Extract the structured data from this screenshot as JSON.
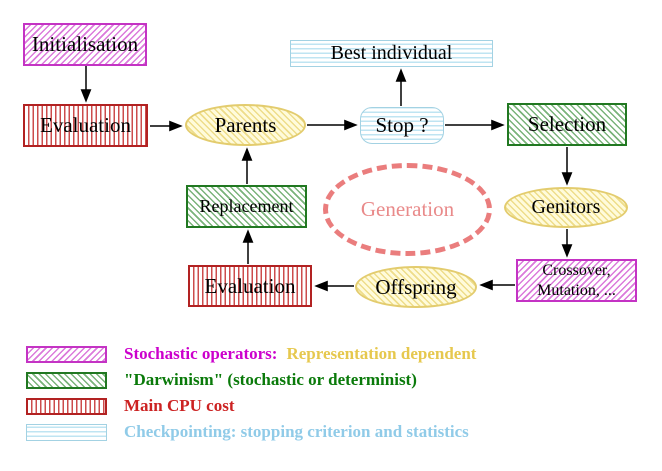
{
  "diagram": {
    "nodes": {
      "initialisation": "Initialisation",
      "evaluation_top": "Evaluation",
      "parents": "Parents",
      "best_individual": "Best individual",
      "stop": "Stop ?",
      "selection": "Selection",
      "genitors": "Genitors",
      "crossover_line1": "Crossover,",
      "crossover_line2": "Mutation, ...",
      "offspring": "Offspring",
      "evaluation_bottom": "Evaluation",
      "replacement": "Replacement",
      "generation_label": "Generation"
    },
    "colors": {
      "stochastic_magenta": "#c433c4",
      "darwinism_green": "#217821",
      "cpu_red": "#b22222",
      "checkpoint_cyan": "#a3d2e3",
      "operator_yellow": "#e3cc6e",
      "generation_salmon": "#ea7d7d"
    },
    "legend": {
      "rows": [
        {
          "swatch": "magenta-diagonal-hatch",
          "parts": [
            {
              "text": "Stochastic operators:",
              "color": "#cc00cc"
            },
            {
              "text": "Representation dependent",
              "color": "#e6c84e"
            }
          ]
        },
        {
          "swatch": "green-diagonal-hatch",
          "parts": [
            {
              "text": "\"Darwinism\" (stochastic or determinist)",
              "color": "#0a7a0a"
            }
          ]
        },
        {
          "swatch": "red-vertical-stripes",
          "parts": [
            {
              "text": "Main CPU cost",
              "color": "#cc2222"
            }
          ]
        },
        {
          "swatch": "cyan-horizontal-lines",
          "parts": [
            {
              "text": "Checkpointing: stopping criterion and statistics",
              "color": "#90cbe8"
            }
          ]
        }
      ]
    }
  }
}
